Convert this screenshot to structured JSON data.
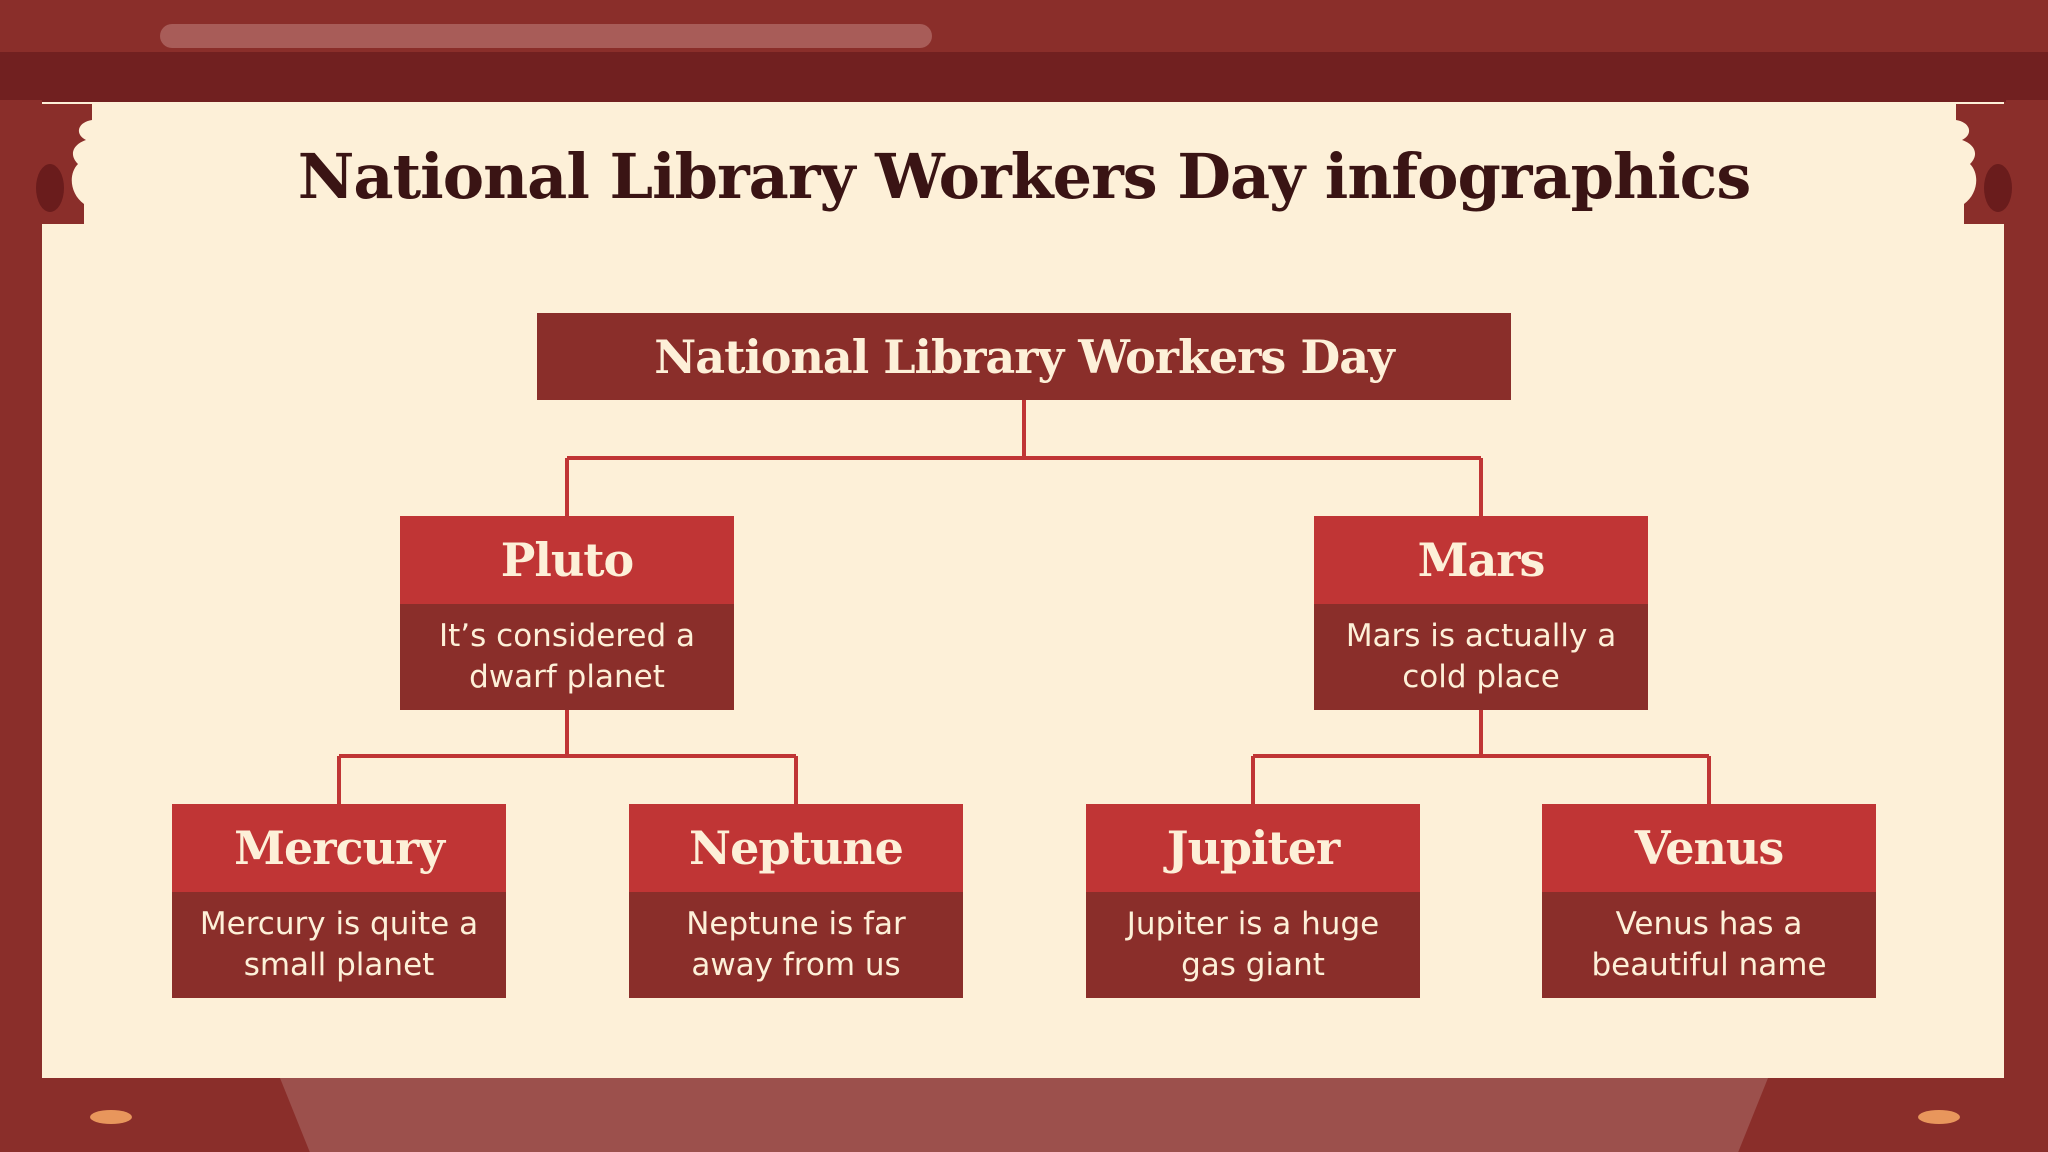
{
  "title": "National Library Workers Day infographics",
  "root": {
    "label": "National Library Workers Day"
  },
  "level1": [
    {
      "title": "Pluto",
      "text": "It’s considered a dwarf planet"
    },
    {
      "title": "Mars",
      "text": "Mars is actually a cold place"
    }
  ],
  "level2": [
    {
      "title": "Mercury",
      "text": "Mercury is quite a small planet"
    },
    {
      "title": "Neptune",
      "text": "Neptune is far away from us"
    },
    {
      "title": "Jupiter",
      "text": "Jupiter is a huge gas giant"
    },
    {
      "title": "Venus",
      "text": "Venus has a beautiful name"
    }
  ],
  "colors": {
    "frame": "#8a2e2a",
    "panel": "#fdf0d8",
    "accent": "#c03535",
    "title": "#3a1414"
  }
}
